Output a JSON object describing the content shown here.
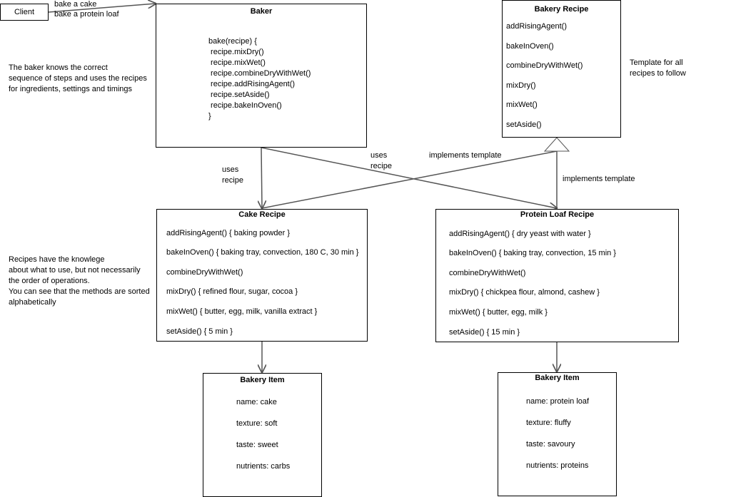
{
  "client": {
    "label": "Client",
    "message_lines": [
      "bake a cake",
      "bake a protein loaf"
    ]
  },
  "baker": {
    "title": "Baker",
    "code_lines": [
      "bake(recipe) {",
      " recipe.mixDry()",
      " recipe.mixWet()",
      " recipe.combineDryWithWet()",
      " recipe.addRisingAgent()",
      " recipe.setAside()",
      " recipe.bakeInOven()",
      "}"
    ]
  },
  "baker_note": [
    "The baker knows the correct",
    "sequence of steps and uses the recipes",
    "for ingredients, settings and timings"
  ],
  "bakery_recipe": {
    "title": "Bakery Recipe",
    "methods": [
      "addRisingAgent()",
      "bakeInOven()",
      "combineDryWithWet()",
      "mixDry()",
      "mixWet()",
      "setAside()"
    ]
  },
  "template_note": [
    "Template for all",
    "recipes to follow"
  ],
  "edge_labels": {
    "uses_left": [
      "uses",
      "recipe"
    ],
    "uses_right": [
      "uses",
      "recipe"
    ],
    "implements_top": "implements template",
    "implements_right": "implements template"
  },
  "cake_recipe": {
    "title": "Cake Recipe",
    "methods": [
      "addRisingAgent() { baking powder }",
      "bakeInOven() { baking tray, convection, 180 C, 30 min }",
      "combineDryWithWet()",
      "mixDry() { refined flour, sugar, cocoa }",
      "mixWet() { butter, egg, milk, vanilla extract }",
      "setAside() { 5 min }"
    ]
  },
  "protein_recipe": {
    "title": "Protein Loaf Recipe",
    "methods": [
      "addRisingAgent() { dry yeast with water }",
      "bakeInOven() { baking tray, convection, 15 min }",
      "combineDryWithWet()",
      "mixDry() { chickpea flour, almond, cashew }",
      "mixWet() { butter, egg, milk }",
      "setAside() { 15 min }"
    ]
  },
  "recipe_note": [
    "Recipes have the knowlege",
    "about what to use, but not necessarily",
    "the order of operations.",
    "You can see that the methods are sorted",
    "alphabetically"
  ],
  "cake_item": {
    "title": "Bakery Item",
    "fields": [
      "name: cake",
      "texture: soft",
      "taste: sweet",
      "nutrients: carbs"
    ]
  },
  "loaf_item": {
    "title": "Bakery Item",
    "fields": [
      "name: protein loaf",
      "texture: fluffy",
      "taste: savoury",
      "nutrients: proteins"
    ]
  }
}
